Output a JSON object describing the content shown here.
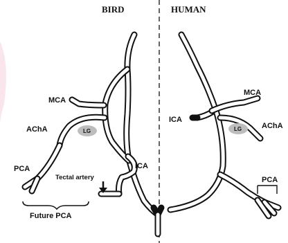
{
  "headers": {
    "bird": "BIRD",
    "human": "HUMAN"
  },
  "bird_labels": {
    "mca": "MCA",
    "acha": "AChA",
    "lg": "LG",
    "pca": "PCA",
    "ica": "ICA",
    "tectal_artery": "Tectal artery",
    "future_pca": "Future PCA"
  },
  "human_labels": {
    "mca": "MCA",
    "ica": "ICA",
    "lg": "LG",
    "acha": "AChA",
    "pca": "PCA"
  }
}
